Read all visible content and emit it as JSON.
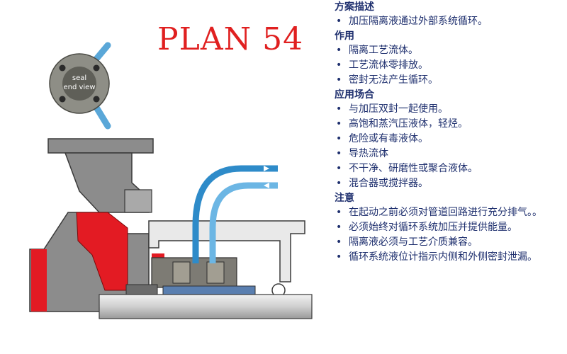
{
  "title": "PLAN 54",
  "seal_view_label": [
    "seal",
    "end view"
  ],
  "colors": {
    "title": "#e02020",
    "text": "#1e2f6e",
    "pump_gray": "#8c8c8c",
    "flow_red": "#e31b23",
    "pipe_blue": "#2e8bc9"
  },
  "sections": [
    {
      "heading": "方案描述",
      "items": [
        "加压隔离液通过外部系统循环。"
      ]
    },
    {
      "heading": "作用",
      "items": [
        "隔离工艺流体。",
        "工艺流体零排放。",
        "密封无法产生循环。"
      ]
    },
    {
      "heading": "应用场合",
      "items": [
        "与加压双封一起使用。",
        "高饱和蒸汽压液体，轻烃。",
        "危险或有毒液体。",
        "导热流体",
        "不干净、研磨性或聚合液体。",
        "混合器或搅拌器。"
      ]
    },
    {
      "heading": "注意",
      "items": [
        "在起动之前必须对管道回路进行充分排气。。",
        "必须始终对循环系统加压并提供能量。",
        "隔离液必须与工艺介质兼容。",
        "循环系统液位计指示内侧和外侧密封泄漏。"
      ]
    }
  ]
}
